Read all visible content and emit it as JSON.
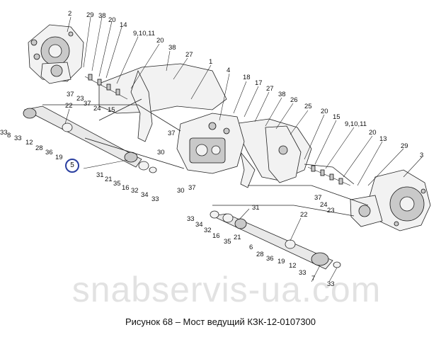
{
  "caption": "Рисунок 68 – Мост ведущий КЗК-12-0107300",
  "watermark": "snabservis-ua.com",
  "highlight": {
    "label": "5",
    "color": "#2a3fa0"
  },
  "callouts": [
    "2",
    "29",
    "38",
    "20",
    "14",
    "9,10,11",
    "20",
    "38",
    "27",
    "1",
    "4",
    "18",
    "17",
    "27",
    "38",
    "26",
    "25",
    "20",
    "15",
    "9,10,11",
    "20",
    "13",
    "29",
    "3",
    "37",
    "23",
    "37",
    "24",
    "15",
    "22",
    "33",
    "8",
    "33",
    "12",
    "28",
    "36",
    "19",
    "37",
    "30",
    "31",
    "21",
    "35",
    "16",
    "32",
    "34",
    "33",
    "30",
    "37",
    "31",
    "22",
    "33",
    "34",
    "32",
    "16",
    "35",
    "21",
    "6",
    "28",
    "36",
    "19",
    "12",
    "33",
    "7",
    "33",
    "37",
    "24",
    "23"
  ]
}
